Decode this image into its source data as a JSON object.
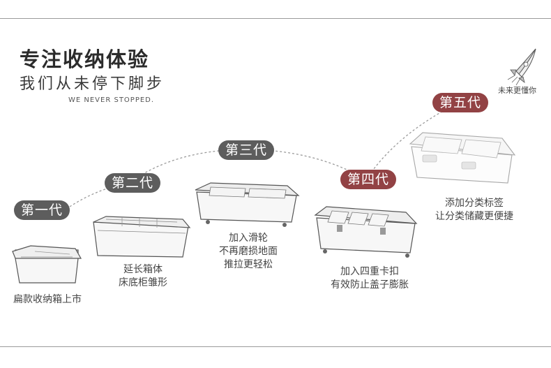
{
  "header": {
    "title": "专注收纳体验",
    "subtitle": "我们从未停下脚步",
    "tagline": "WE NEVER STOPPED."
  },
  "future": {
    "label": "未来更懂你"
  },
  "generations": [
    {
      "label": "第一代",
      "lines": [
        "扁款收纳箱上市"
      ],
      "pill_color": "#5d5d5d"
    },
    {
      "label": "第二代",
      "lines": [
        "延长箱体",
        "床底柜雏形"
      ],
      "pill_color": "#5d5d5d"
    },
    {
      "label": "第三代",
      "lines": [
        "加入滑轮",
        "不再磨损地面",
        "推拉更轻松"
      ],
      "pill_color": "#5d5d5d"
    },
    {
      "label": "第四代",
      "lines": [
        "加入四重卡扣",
        "有效防止盖子膨胀"
      ],
      "pill_color": "#924244"
    },
    {
      "label": "第五代",
      "lines": [
        "添加分类标签",
        "让分类储藏更便捷"
      ],
      "pill_color": "#924244"
    }
  ],
  "colors": {
    "accent_red": "#924244",
    "accent_gray": "#5d5d5d",
    "rule": "#9a9a9a"
  }
}
